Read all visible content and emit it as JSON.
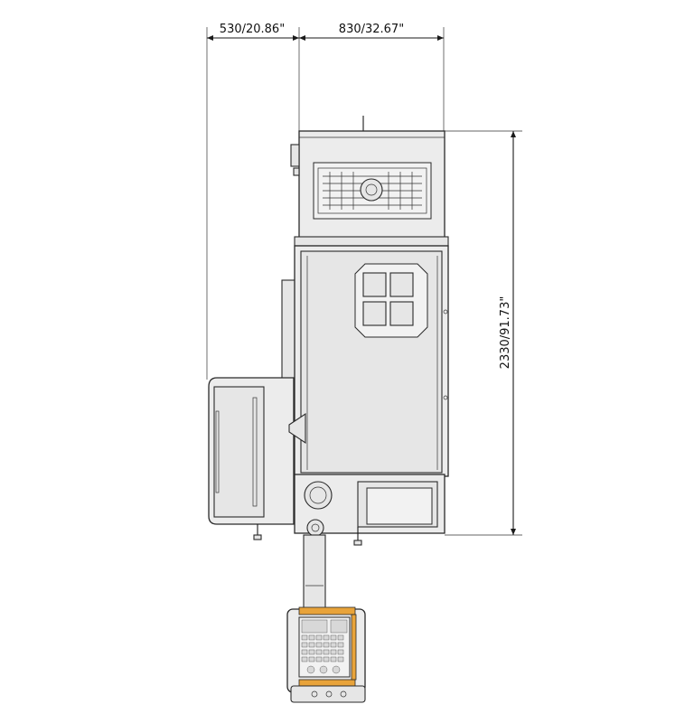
{
  "dimensions": {
    "left_width": "530/20.86\"",
    "right_width": "830/32.67\"",
    "height": "2330/91.73\""
  },
  "colors": {
    "accent": "#e8a33a",
    "line": "#1a1a1a",
    "fill": "#ececec"
  }
}
